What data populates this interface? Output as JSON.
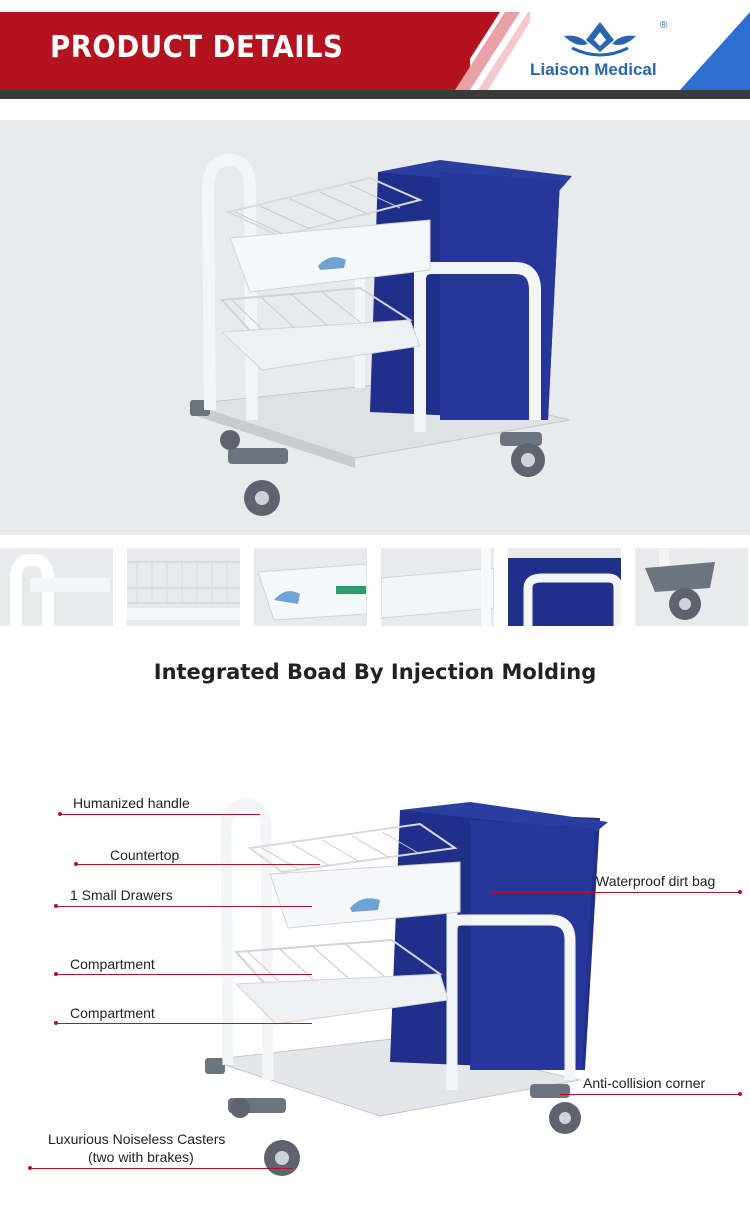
{
  "header": {
    "title": "PRODUCT DETAILS",
    "brand": "Liaison Medical",
    "registered": "®"
  },
  "section": {
    "title": "Integrated Boad By Injection Molding"
  },
  "callouts": {
    "handle": "Humanized handle",
    "countertop": "Countertop",
    "drawers": "1 Small Drawers",
    "compartment1": "Compartment",
    "compartment2": "Compartment",
    "casters_line1": "Luxurious Noiseless Casters",
    "casters_line2": "(two with brakes)",
    "dirt_bag": "Waterproof dirt bag",
    "corner": "Anti-collision corner"
  },
  "colors": {
    "brand_red": "#b3121f",
    "brand_blue": "#2a66b0",
    "bag_navy": "#1f2f8a",
    "frame": "#f4f5f7"
  },
  "thumbnails": [
    "handle-detail",
    "basket-detail",
    "drawer-detail",
    "tray-detail",
    "bag-detail",
    "caster-detail"
  ]
}
